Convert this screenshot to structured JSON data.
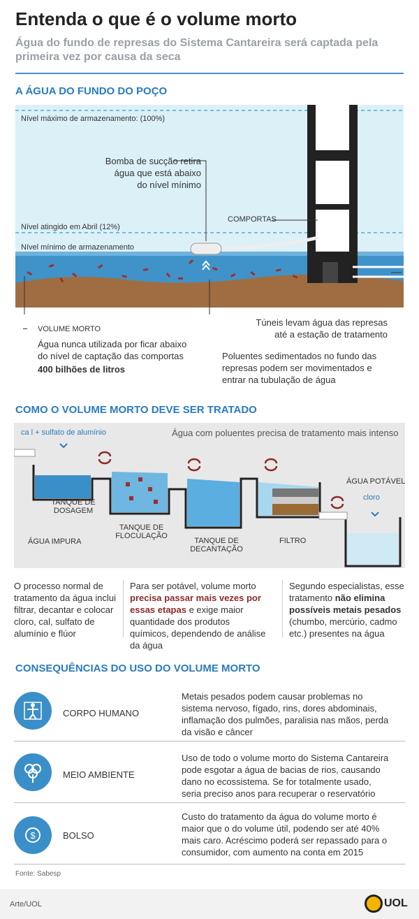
{
  "header": {
    "title": "Entenda o que é o volume morto",
    "subtitle": "Água do fundo de represas do Sistema Cantareira será captada pela primeira vez por causa da seca"
  },
  "section1": {
    "heading": "A ÁGUA DO FUNDO DO POÇO",
    "max_level_label": "Nível máximo de armazenamento: (100%)",
    "april_level_label": "Nível atingido em Abril (12%)",
    "min_level_label": "Nível mínimo de armazenamento",
    "pump_note": "Bomba de sucção retira água que está abaixo do nível mínimo",
    "gates_label": "COMPORTAS",
    "dead_volume_title": "VOLUME MORTO",
    "dead_volume_text": "Água nunca utilizada por ficar abaixo do nível de captação das comportas",
    "dead_volume_amount": "400 bilhões de litros",
    "tunnels_note": "Túneis levam água das represas até a estação de tratamento",
    "pollutants_note": "Poluentes sedimentados no fundo das represas podem ser movimentados e entrar na tubulação de água"
  },
  "section2": {
    "heading": "COMO O VOLUME MORTO DEVE SER TRATADO",
    "chemicals_label": "ca l + sulfato de alumínio",
    "top_note": "Água com poluentes precisa de tratamento mais intenso",
    "stage_dosing": "TANQUE DE DOSAGEM",
    "stage_raw": "ÁGUA IMPURA",
    "stage_flocculation": "TANQUE DE FLOCULAÇÃO",
    "stage_decanting": "TANQUE DE DECANTAÇÃO",
    "stage_filter": "FILTRO",
    "stage_potable": "ÁGUA POTÁVEL",
    "chlorine_label": "cloro",
    "col1": "O processo normal de tratamento da água inclui filtrar, decantar e colocar cloro, cal, sulfato de alumínio e flúor",
    "col2_a": "Para ser potável, volume morto",
    "col2_hl": "precisa passar mais vezes por essas etapas",
    "col2_b": "e exige maior quantidade dos produtos químicos, dependendo de análise da água",
    "col3_a": "Segundo especialistas, esse tratamento",
    "col3_hl": "não elimina possíveis metais pesados",
    "col3_b": "(chumbo, mercúrio, cadmo etc.) presentes na água"
  },
  "section3": {
    "heading": "CONSEQUÊNCIAS DO USO DO VOLUME MORTO",
    "rows": [
      {
        "icon": "human-body-icon",
        "label": "CORPO HUMANO",
        "text": "Metais pesados podem causar problemas no sistema nervoso, fígado, rins, dores abdominais, inflamação dos pulmões, paralisia nas mãos, perda da visão e câncer"
      },
      {
        "icon": "tree-icon",
        "label": "MEIO AMBIENTE",
        "text": "Uso de todo o volume morto do Sistema Cantareira pode esgotar a água de bacias de rios, causando dano no ecossistema. Se for totalmente usado, seria preciso anos para recuperar o reservatório"
      },
      {
        "icon": "coin-icon",
        "label": "BOLSO",
        "text": "Custo do tratamento da água do volume morto é maior que o do volume útil, podendo ser até 40% mais caro. Acréscimo poderá ser repassado para o consumidor, com aumento na conta em 2015"
      }
    ]
  },
  "footer": {
    "source": "Fonte: Sabesp",
    "credit": "Arte/UOL",
    "logo_text": "UOL"
  },
  "colors": {
    "accent": "#2a7bbf",
    "water_light": "#d8eef7",
    "water_deep": "#3b8fc7",
    "soil": "#9a6a40",
    "highlight": "#8b2a2a"
  }
}
